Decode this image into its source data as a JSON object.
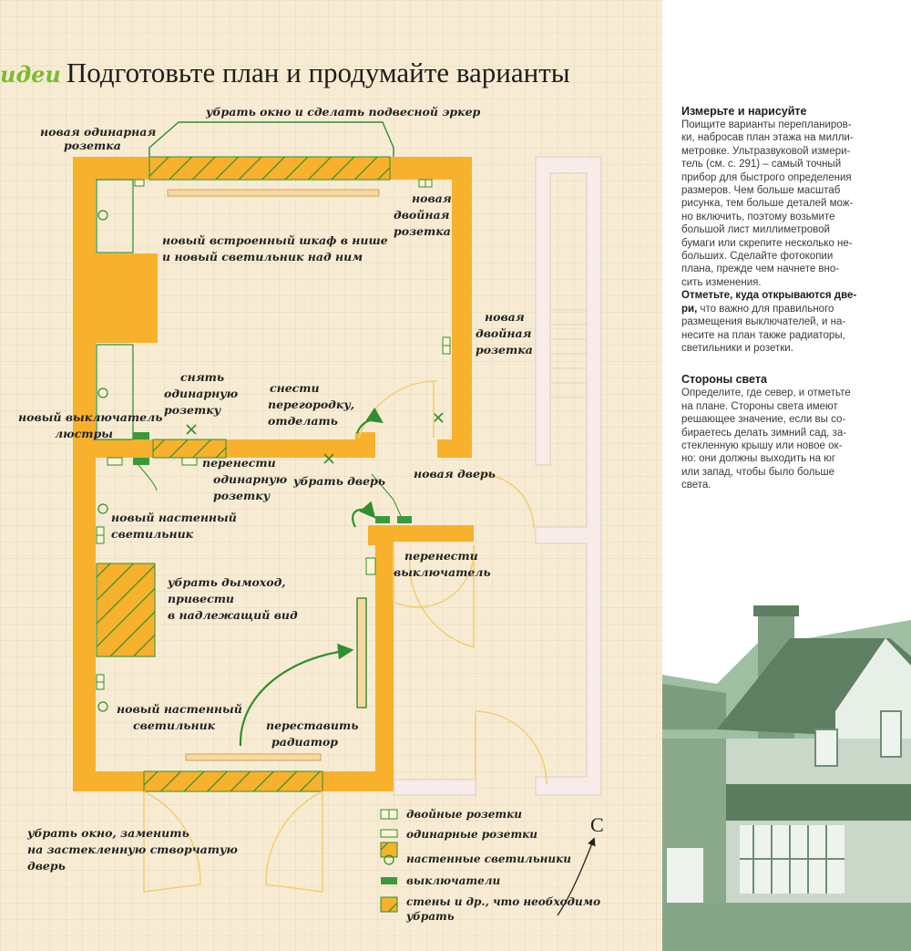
{
  "header": {
    "section": "идеи",
    "title": "Подготовьте план и продумайте варианты"
  },
  "annotations": {
    "bay": "убрать окно и сделать подвесной эркер",
    "socket_single_1": "новая одинарная",
    "socket_single_2": "розетка",
    "socket_double_1": "новая",
    "socket_double_2": "двойная",
    "socket_double_3": "розетка",
    "wardrobe_1": "новый встроенный шкаф в нише",
    "wardrobe_2": "и новый светильник над ним",
    "right_socket_1": "новая",
    "right_socket_2": "двойная",
    "right_socket_3": "розетка",
    "remove_socket_1": "снять",
    "remove_socket_2": "одинарную",
    "remove_socket_3": "розетку",
    "partition_1": "снести",
    "partition_2": "перегородку,",
    "partition_3": "отделать",
    "switch_1": "новый выключатель",
    "switch_2": "люстры",
    "move_socket_1": "перенести",
    "move_socket_2": "одинарную",
    "move_socket_3": "розетку",
    "remove_door": "убрать дверь",
    "new_door": "новая дверь",
    "wall_light_1a": "новый настенный",
    "wall_light_1b": "светильник",
    "move_switch_1": "перенести",
    "move_switch_2": "выключатель",
    "chimney_1": "убрать дымоход,",
    "chimney_2": "привести",
    "chimney_3": "в надлежащий вид",
    "wall_light_2a": "новый настенный",
    "wall_light_2b": "светильник",
    "radiator_1": "переставить",
    "radiator_2": "радиатор",
    "window_1": "убрать окно, заменить",
    "window_2": "на застекленную створчатую",
    "window_3": "дверь"
  },
  "legend": {
    "double_sockets": "двойные розетки",
    "single_sockets": "одинарные розетки",
    "wall_lights": "настенные светильники",
    "switches": "выключатели",
    "remove_1": "стены и др., что необходимо",
    "remove_2": "убрать"
  },
  "compass": {
    "letter": "С"
  },
  "sidebar": {
    "heading1": "Измерьте и нарисуйте",
    "p1": [
      "Поищите варианты перепланиров-",
      "ки, набросав план этажа на милли-",
      "метровке. Ультразвуковой измери-",
      "тель (см. с. 291) – самый точный",
      "прибор для быстрого определения",
      "размеров. Чем больше масштаб",
      "рисунка, тем больше деталей мож-",
      "но включить, поэтому возьмите",
      "большой лист миллиметровой",
      "бумаги или скрепите несколько не-",
      "больших. Сделайте фотокопии",
      "плана, прежде чем начнете вно-",
      "сить изменения."
    ],
    "p2_bold_1": "Отметьте, куда открываются две-",
    "p2_bold_2": "ри,",
    "p2_rest_1": " что важно для правильного",
    "p2_rest": [
      "размещения выключателей, и на-",
      "несите на план также радиаторы,",
      "светильники и розетки."
    ],
    "heading2": "Стороны света",
    "p3": [
      "Определите, где север, и отметьте",
      "на плане. Стороны света имеют",
      "решающее значение, если вы со-",
      "бираетесь делать зимний сад, за-",
      "стекленную крышу или новое ок-",
      "но: они должны выходить на юг",
      "или запад, чтобы было больше",
      "света."
    ]
  },
  "colors": {
    "wall": "#f7b12d",
    "accent": "#3a9a3a",
    "hatch": "#2f8f2f",
    "door": "#f2cf78",
    "stair": "#e9d8d2",
    "photo": "#6f9a74"
  }
}
